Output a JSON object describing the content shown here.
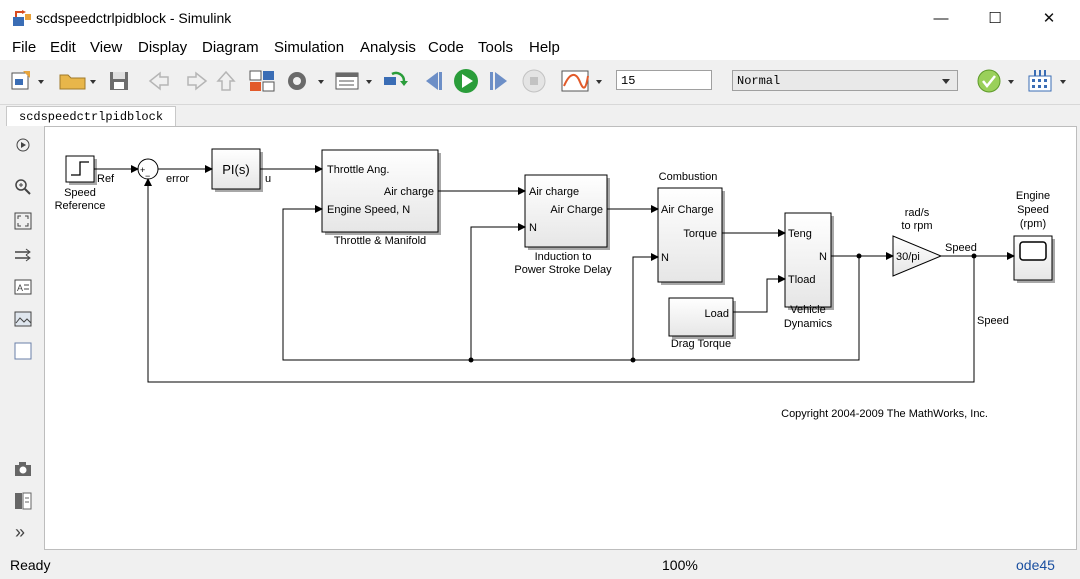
{
  "window": {
    "title": "scdspeedctrlpidblock - Simulink",
    "minimize": "—",
    "maximize": "☐",
    "close": "✕"
  },
  "menu": [
    "File",
    "Edit",
    "View",
    "Display",
    "Diagram",
    "Simulation",
    "Analysis",
    "Code",
    "Tools",
    "Help"
  ],
  "toolbar": {
    "stop_time": "15",
    "sim_mode": "Normal"
  },
  "tab": {
    "label": "scdspeedctrlpidblock"
  },
  "palette": {
    "more": "»"
  },
  "diagram": {
    "ref_label": "Ref",
    "speed_reference": [
      "Speed",
      "Reference"
    ],
    "sum_plus": "+",
    "sum_minus": "−",
    "error_label": "error",
    "pi_label": "PI(s)",
    "u_label": "u",
    "throttle": {
      "in1": "Throttle Ang.",
      "out": "Air charge",
      "in2": "Engine Speed, N",
      "title": "Throttle & Manifold"
    },
    "induction": {
      "in1": "Air charge",
      "out": "Air Charge",
      "in2": "N",
      "title": [
        "Induction to",
        "Power Stroke Delay"
      ]
    },
    "combustion": {
      "title": "Combustion",
      "in1": "Air Charge",
      "out": "Torque",
      "in2": "N"
    },
    "vehicle": {
      "in1": "Teng",
      "in2": "Tload",
      "out": "N",
      "title": [
        "Vehicle",
        "Dynamics"
      ]
    },
    "drag": {
      "out": "Load",
      "title": "Drag Torque"
    },
    "gain": {
      "label": "30/pi",
      "title": [
        "rad/s",
        "to rpm"
      ]
    },
    "speed_label": "Speed",
    "speed_label2": "Speed",
    "scope_title": [
      "Engine",
      "Speed",
      "(rpm)"
    ],
    "copyright": "Copyright 2004-2009 The MathWorks, Inc."
  },
  "status": {
    "left": "Ready",
    "zoom": "100%",
    "solver": "ode45"
  }
}
